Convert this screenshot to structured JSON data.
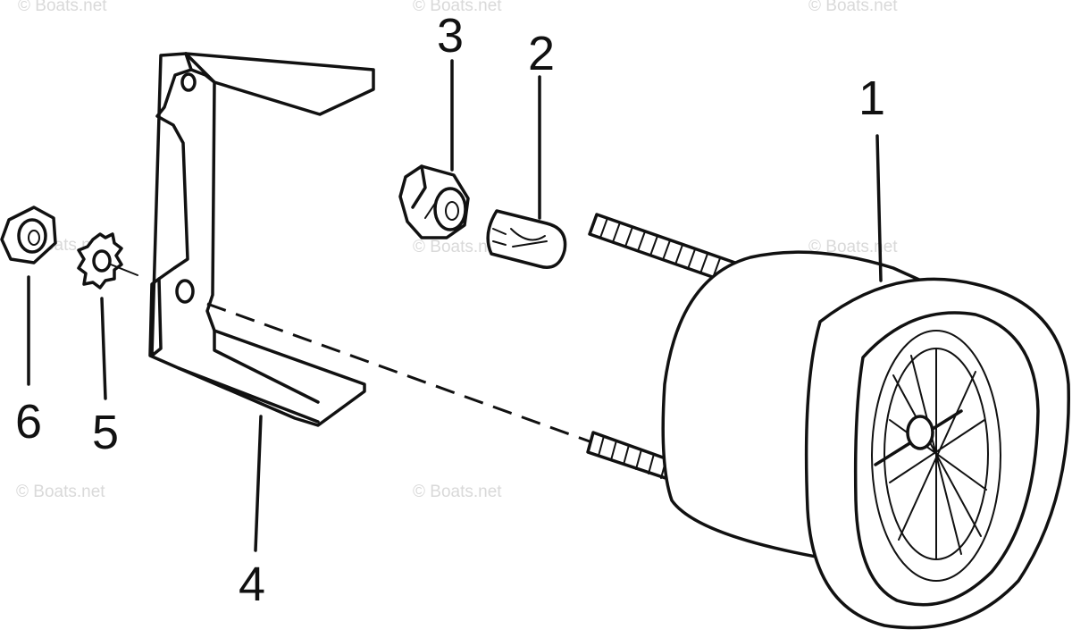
{
  "callouts": [
    "1",
    "2",
    "3",
    "4",
    "5",
    "6"
  ],
  "watermark": "© Boats.net",
  "colors": {
    "ink": "#111111",
    "paper": "#ffffff",
    "watermark": "#d9d9d9"
  }
}
